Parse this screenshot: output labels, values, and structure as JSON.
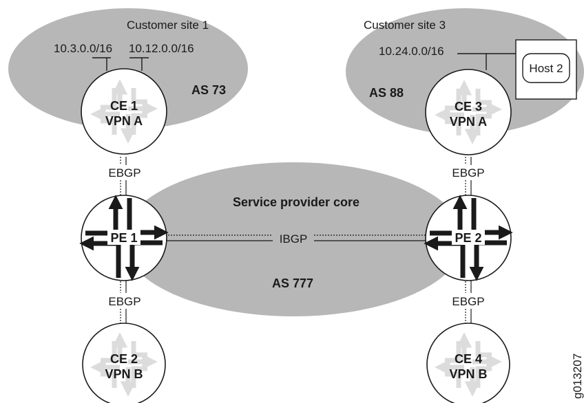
{
  "diagram": {
    "customer_site_1": {
      "title": "Customer site 1",
      "as_label": "AS 73",
      "prefixes": [
        "10.3.0.0/16",
        "10.12.0.0/16"
      ]
    },
    "customer_site_3": {
      "title": "Customer site 3",
      "as_label": "AS 88",
      "prefix": "10.24.0.0/16",
      "host_label": "Host 2"
    },
    "provider_core": {
      "title": "Service provider core",
      "as_label": "AS 777",
      "ibgp_label": "IBGP"
    },
    "routers": {
      "ce1": {
        "name": "CE 1",
        "vpn": "VPN A"
      },
      "ce3": {
        "name": "CE 3",
        "vpn": "VPN A"
      },
      "pe1": {
        "name": "PE 1"
      },
      "pe2": {
        "name": "PE 2"
      },
      "ce2": {
        "name": "CE 2",
        "vpn": "VPN B"
      },
      "ce4": {
        "name": "CE 4",
        "vpn": "VPN B"
      }
    },
    "links": {
      "ebgp_ce1_pe1": "EBGP",
      "ebgp_ce3_pe2": "EBGP",
      "ebgp_pe1_ce2": "EBGP",
      "ebgp_pe2_ce4": "EBGP"
    },
    "figure_id": "g013207",
    "colors": {
      "cloud_fill": "#b7b7b7",
      "faint_arrow": "#dcdcdc",
      "strong_arrow": "#1a1a1a",
      "line": "#1a1a1a"
    }
  }
}
